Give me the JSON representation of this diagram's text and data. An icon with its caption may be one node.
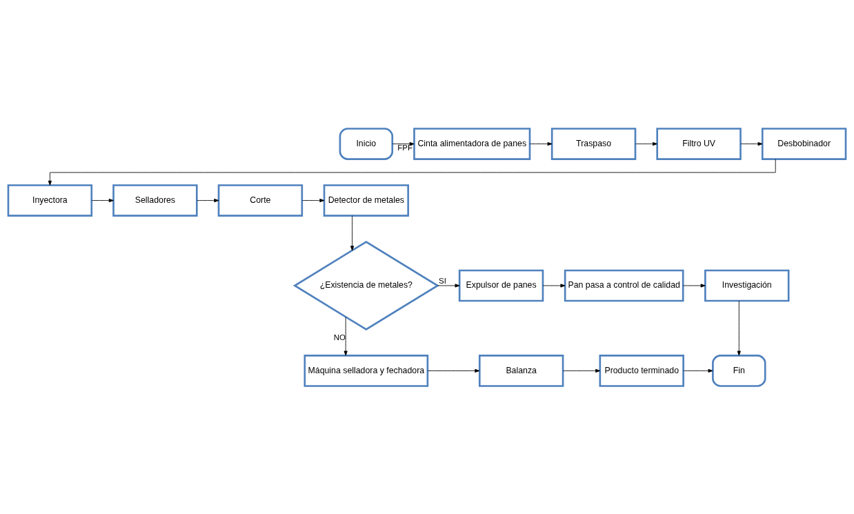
{
  "diagram": {
    "nodes": [
      {
        "text": [
          "Inicio"
        ]
      },
      {
        "text": [
          "Cinta alimentadora de panes"
        ]
      },
      {
        "text": [
          "Traspaso"
        ]
      },
      {
        "text": [
          "Filtro UV"
        ]
      },
      {
        "text": [
          "Desbobinador"
        ]
      },
      {
        "text": [
          "Inyectora"
        ]
      },
      {
        "text": [
          "Selladores"
        ]
      },
      {
        "text": [
          "Corte"
        ]
      },
      {
        "text": [
          "Detector de metales"
        ]
      },
      {
        "text": [
          "¿Existencia de metales?"
        ]
      },
      {
        "text": [
          "Expulsor de panes"
        ]
      },
      {
        "text": [
          "Pan pasa a control de calidad"
        ]
      },
      {
        "text": [
          "Investigación"
        ]
      },
      {
        "text": [
          "Máquina selladora y fechadora"
        ]
      },
      {
        "text": [
          "Balanza"
        ]
      },
      {
        "text": [
          "Producto terminado"
        ]
      },
      {
        "text": [
          "Fin"
        ]
      }
    ],
    "edges": [
      {
        "from": 0,
        "to": 1,
        "arrow": "to",
        "label": "FPF"
      },
      {
        "from": 1,
        "to": 2,
        "arrow": "to"
      },
      {
        "from": 2,
        "to": 3,
        "arrow": "to"
      },
      {
        "from": 3,
        "to": 4,
        "arrow": "to"
      },
      {
        "from": 4,
        "to": 5,
        "arrow": "to"
      },
      {
        "from": 5,
        "to": 6,
        "arrow": "to"
      },
      {
        "from": 6,
        "to": 7,
        "arrow": "to"
      },
      {
        "from": 7,
        "to": 8,
        "arrow": "to"
      },
      {
        "from": 8,
        "to": 9,
        "arrow": "to"
      },
      {
        "from": 9,
        "to": 10,
        "arrow": "to",
        "label": "SI"
      },
      {
        "from": 10,
        "to": 11,
        "arrow": "to"
      },
      {
        "from": 11,
        "to": 12,
        "arrow": "to"
      },
      {
        "from": 12,
        "to": 16,
        "arrow": "to"
      },
      {
        "from": 9,
        "to": 13,
        "arrow": "to",
        "label": "NO"
      },
      {
        "from": 13,
        "to": 14,
        "arrow": "to"
      },
      {
        "from": 14,
        "to": 15,
        "arrow": "to"
      },
      {
        "from": 15,
        "to": 16,
        "arrow": "to"
      }
    ]
  }
}
